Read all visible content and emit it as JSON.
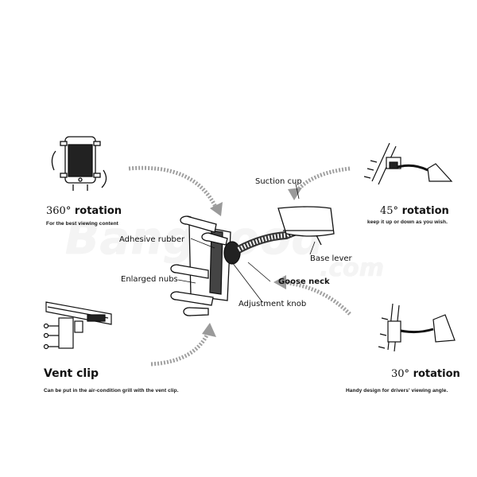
{
  "watermark": {
    "brand": "Banggood",
    "domain": ".com"
  },
  "features": {
    "rotation_360": {
      "number": "360°",
      "title": "rotation",
      "note": "For the best viewing content"
    },
    "rotation_45": {
      "number": "45°",
      "title": "rotation",
      "note": "keep it up or down as you wish."
    },
    "rotation_30": {
      "number": "30°",
      "title": "rotation",
      "note": "Handy design for drivers' viewing angle."
    },
    "vent_clip": {
      "title": "Vent clip",
      "note": "Can be put in the air-condition grill with the vent clip."
    }
  },
  "parts": {
    "suction_cup": "Suction cup",
    "adhesive_rubber": "Adhesive rubber",
    "base_lever": "Base lever",
    "enlarged_nubs": "Enlarged nubs",
    "goose_neck": "Goose neck",
    "adjustment_knob": "Adjustment knob"
  },
  "colors": {
    "ink": "#111111",
    "arrow_gray": "#9a9a9a",
    "watermark": "#f4f4f4"
  }
}
